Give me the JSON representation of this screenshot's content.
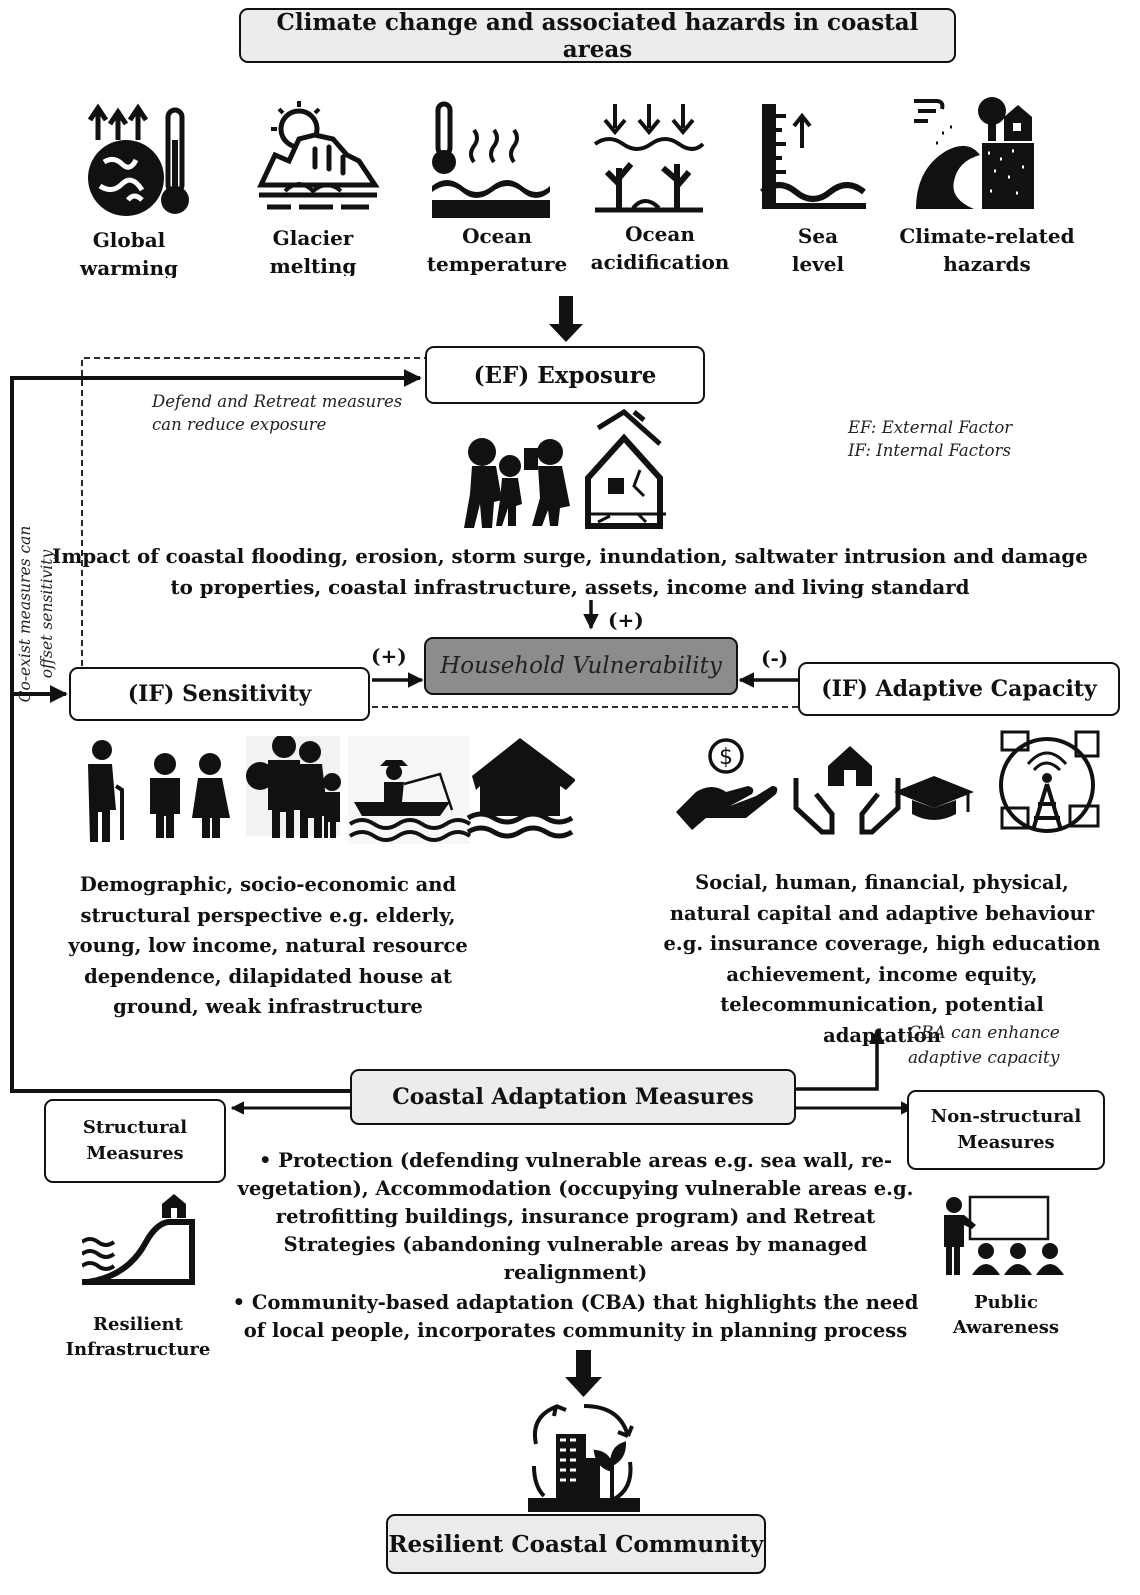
{
  "header": {
    "title": "Climate change and associated hazards in coastal areas"
  },
  "hazards": [
    {
      "line1": "Global",
      "line2": "warming",
      "icon": "global-warming-icon"
    },
    {
      "line1": "Glacier",
      "line2": "melting",
      "icon": "glacier-melting-icon"
    },
    {
      "line1": "Ocean",
      "line2": "temperature",
      "icon": "ocean-temperature-icon"
    },
    {
      "line1": "Ocean",
      "line2": "acidification",
      "icon": "ocean-acidification-icon"
    },
    {
      "line1": "Sea",
      "line2": "level",
      "icon": "sea-level-icon"
    },
    {
      "line1": "Climate-related",
      "line2": "hazards",
      "icon": "climate-hazards-icon"
    }
  ],
  "exposure": {
    "title": "(EF) Exposure",
    "note_line1": "Defend and Retreat measures",
    "note_line2": "can reduce exposure",
    "impact_line1": "Impact of coastal flooding, erosion, storm surge, inundation, saltwater intrusion and damage",
    "impact_line2": "to properties, coastal infrastructure, assets, income and living standard"
  },
  "legend": {
    "ef": "EF: External Factor",
    "if": "IF: Internal Factors"
  },
  "side_note": {
    "line1": "Co-exist measures can",
    "line2": "offset sensitivity"
  },
  "vulnerability": {
    "title": "Household Vulnerability",
    "plus_top": "(+)",
    "plus_left": "(+)",
    "minus_right": "(-)"
  },
  "sensitivity": {
    "title": "(IF) Sensitivity",
    "desc": [
      "Demographic, socio-economic and",
      "structural perspective e.g. elderly,",
      "young, low income, natural resource",
      "dependence, dilapidated house at",
      "ground, weak infrastructure"
    ]
  },
  "adaptive": {
    "title": "(IF) Adaptive Capacity",
    "desc": [
      "Social, human, financial, physical,",
      "natural capital and adaptive behaviour",
      "e.g. insurance coverage, high education",
      "achievement, income equity,",
      "telecommunication, potential adaptation"
    ],
    "cba_line1": "CBA can enhance",
    "cba_line2": "adaptive capacity"
  },
  "measures": {
    "title": "Coastal Adaptation Measures",
    "structural_line1": "Structural",
    "structural_line2": "Measures",
    "nonstructural_line1": "Non-structural",
    "nonstructural_line2": "Measures",
    "bullet1": [
      "• Protection (defending vulnerable areas e.g. sea wall, re-",
      "vegetation), Accommodation (occupying vulnerable areas e.g.",
      "retrofitting buildings, insurance program) and Retreat",
      "Strategies (abandoning vulnerable areas by managed",
      "realignment)"
    ],
    "bullet2": [
      "• Community-based adaptation (CBA) that highlights the need",
      "of local people, incorporates community in planning process"
    ],
    "resilient_infra_line1": "Resilient",
    "resilient_infra_line2": "Infrastructure",
    "public_awareness_line1": "Public",
    "public_awareness_line2": "Awareness"
  },
  "footer": {
    "title": "Resilient Coastal Community"
  }
}
